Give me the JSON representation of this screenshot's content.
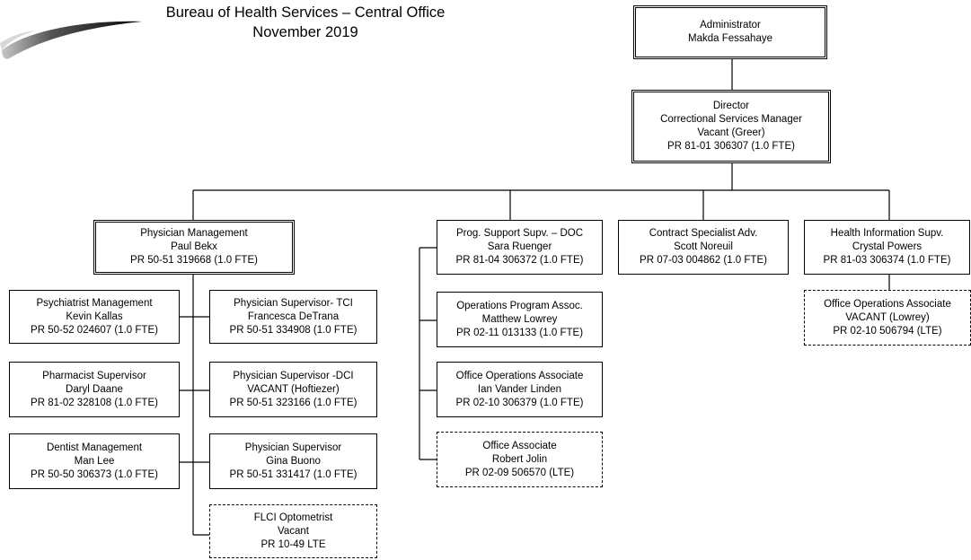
{
  "header": {
    "title_line1": "Bureau of Health Services – Central Office",
    "title_line2": "November 2019",
    "logo_icon": "swoosh-logo-icon"
  },
  "boxes": {
    "administrator": {
      "line1": "Administrator",
      "line2": "Makda Fessahaye"
    },
    "director": {
      "line1": "Director",
      "line2": "Correctional Services Manager",
      "line3": "Vacant (Greer)",
      "line4": "PR 81-01 306307 (1.0 FTE)"
    },
    "physician_mgmt": {
      "line1": "Physician Management",
      "line2": "Paul Bekx",
      "line3": "PR 50-51 319668 (1.0 FTE)"
    },
    "prog_support": {
      "line1": "Prog. Support Supv. – DOC",
      "line2": "Sara Ruenger",
      "line3": "PR 81-04 306372 (1.0 FTE)"
    },
    "contract_specialist": {
      "line1": "Contract Specialist Adv.",
      "line2": "Scott Noreuil",
      "line3": "PR 07-03 004862 (1.0 FTE)"
    },
    "health_info": {
      "line1": "Health Information Supv.",
      "line2": "Crystal Powers",
      "line3": "PR 81-03 306374 (1.0 FTE)"
    },
    "psychiatrist_mgmt": {
      "line1": "Psychiatrist Management",
      "line2": "Kevin Kallas",
      "line3": "PR 50-52 024607 (1.0 FTE)"
    },
    "physician_sup_tci": {
      "line1": "Physician Supervisor- TCI",
      "line2": "Francesca DeTrana",
      "line3": "PR 50-51 334908 (1.0 FTE)"
    },
    "pharmacist_sup": {
      "line1": "Pharmacist Supervisor",
      "line2": "Daryl Daane",
      "line3": "PR 81-02 328108 (1.0 FTE)"
    },
    "physician_sup_dci": {
      "line1": "Physician Supervisor -DCI",
      "line2": "VACANT (Hoftiezer)",
      "line3": "PR 50-51 323166 (1.0 FTE)"
    },
    "dentist_mgmt": {
      "line1": "Dentist Management",
      "line2": "Man Lee",
      "line3": "PR 50-50 306373 (1.0 FTE)"
    },
    "physician_sup": {
      "line1": "Physician Supervisor",
      "line2": "Gina Buono",
      "line3": "PR 50-51 331417 (1.0 FTE)"
    },
    "flci_optometrist": {
      "line1": "FLCI Optometrist",
      "line2": "Vacant",
      "line3": "PR 10-49 LTE"
    },
    "ops_program_assoc": {
      "line1": "Operations Program Assoc.",
      "line2": "Matthew Lowrey",
      "line3": "PR 02-11 013133 (1.0 FTE)"
    },
    "office_ops_assoc_ivl": {
      "line1": "Office Operations Associate",
      "line2": "Ian Vander Linden",
      "line3": "PR 02-10 306379 (1.0 FTE)"
    },
    "office_assoc": {
      "line1": "Office Associate",
      "line2": "Robert Jolin",
      "line3": "PR 02-09 506570 (LTE)"
    },
    "office_ops_assoc_vacant": {
      "line1": "Office Operations Associate",
      "line2": "VACANT (Lowrey)",
      "line3": "PR 02-10 506794 (LTE)"
    }
  }
}
